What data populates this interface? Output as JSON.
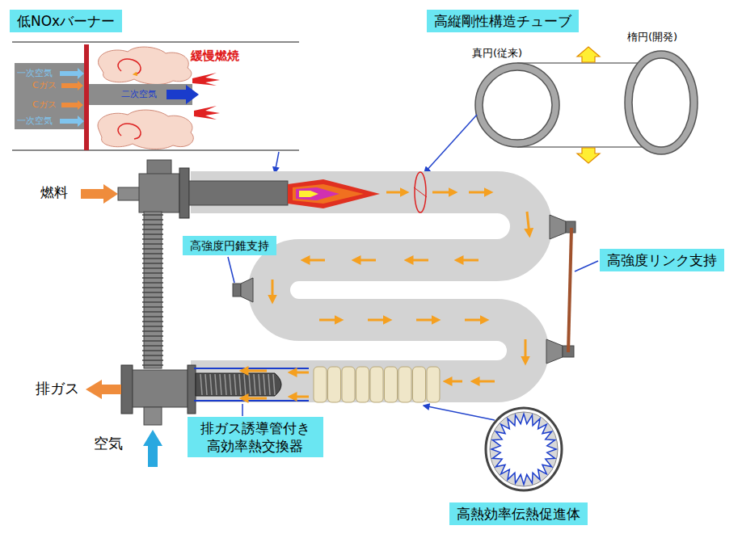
{
  "diagram": {
    "nodes": [
      {
        "text": [
          "低NOxバーナー"
        ]
      },
      {
        "text": [
          "高縦剛性構造チューブ"
        ]
      },
      {
        "text": [
          "高強度円錐支持"
        ]
      },
      {
        "text": [
          "高強度リンク支持"
        ]
      },
      {
        "text": [
          "排ガス誘導管付き 高効率熱交換器"
        ]
      },
      {
        "text": [
          "高熱効率伝熱促進体"
        ]
      }
    ],
    "labels": [
      "一次空気",
      "Cガス",
      "二次空気",
      "Cガス",
      "一次空気",
      "緩慢燃焼",
      "真円(従来)",
      "楕円(開発)",
      "燃料",
      "排ガス",
      "空気"
    ]
  }
}
